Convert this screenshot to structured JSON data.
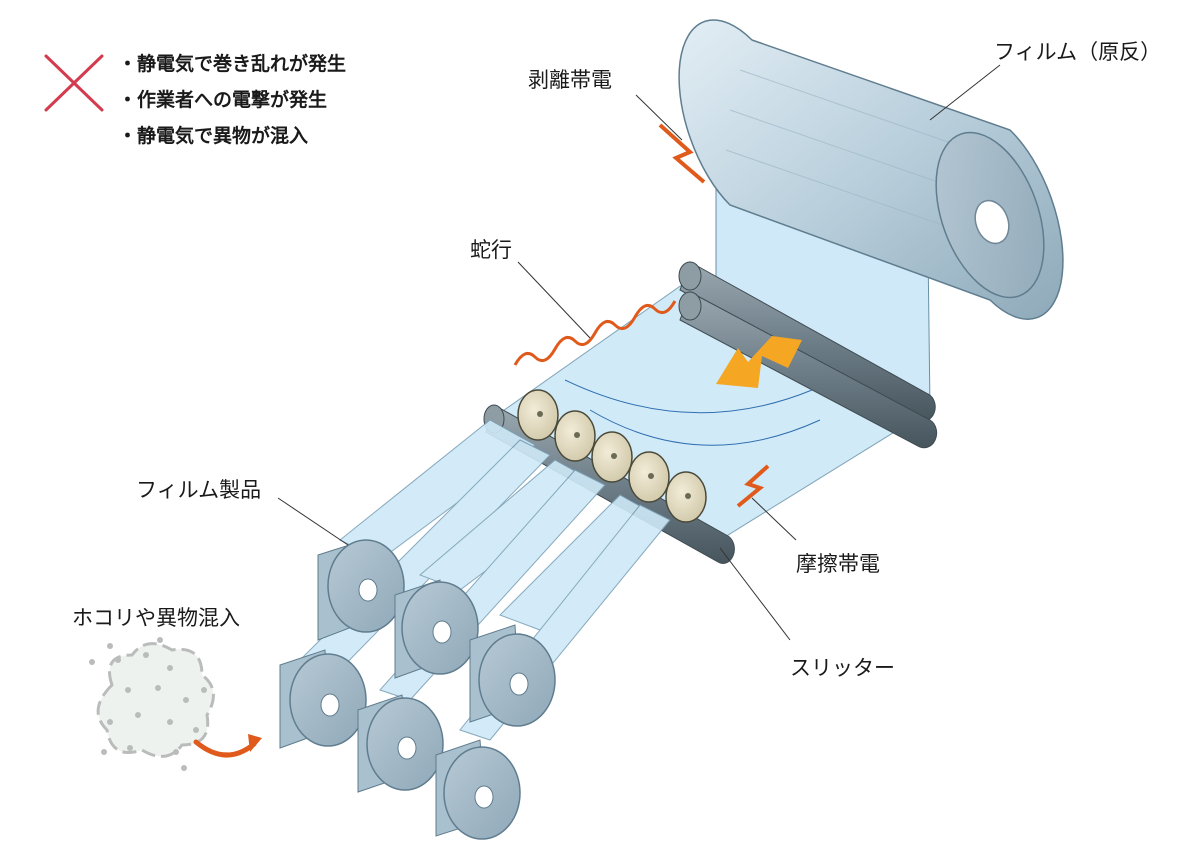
{
  "warning": {
    "icon": "red-x-icon",
    "items": [
      "静電気で巻き乱れが発生",
      "作業者への電撃が発生",
      "静電気で異物が混入"
    ]
  },
  "labels": {
    "peel": "剥離帯電",
    "raw_film": "フィルム（原反）",
    "meander": "蛇行",
    "film_product": "フィルム製品",
    "friction": "摩擦帯電",
    "slitter": "スリッター",
    "dust": "ホコリや異物混入"
  },
  "colors": {
    "film": "#cfe9f8",
    "roll": "#b8cfdc",
    "roller": "#6f7f88",
    "accent_orange": "#e05a1c",
    "arrow": "#f5a623",
    "cross": "#d33c4e"
  }
}
